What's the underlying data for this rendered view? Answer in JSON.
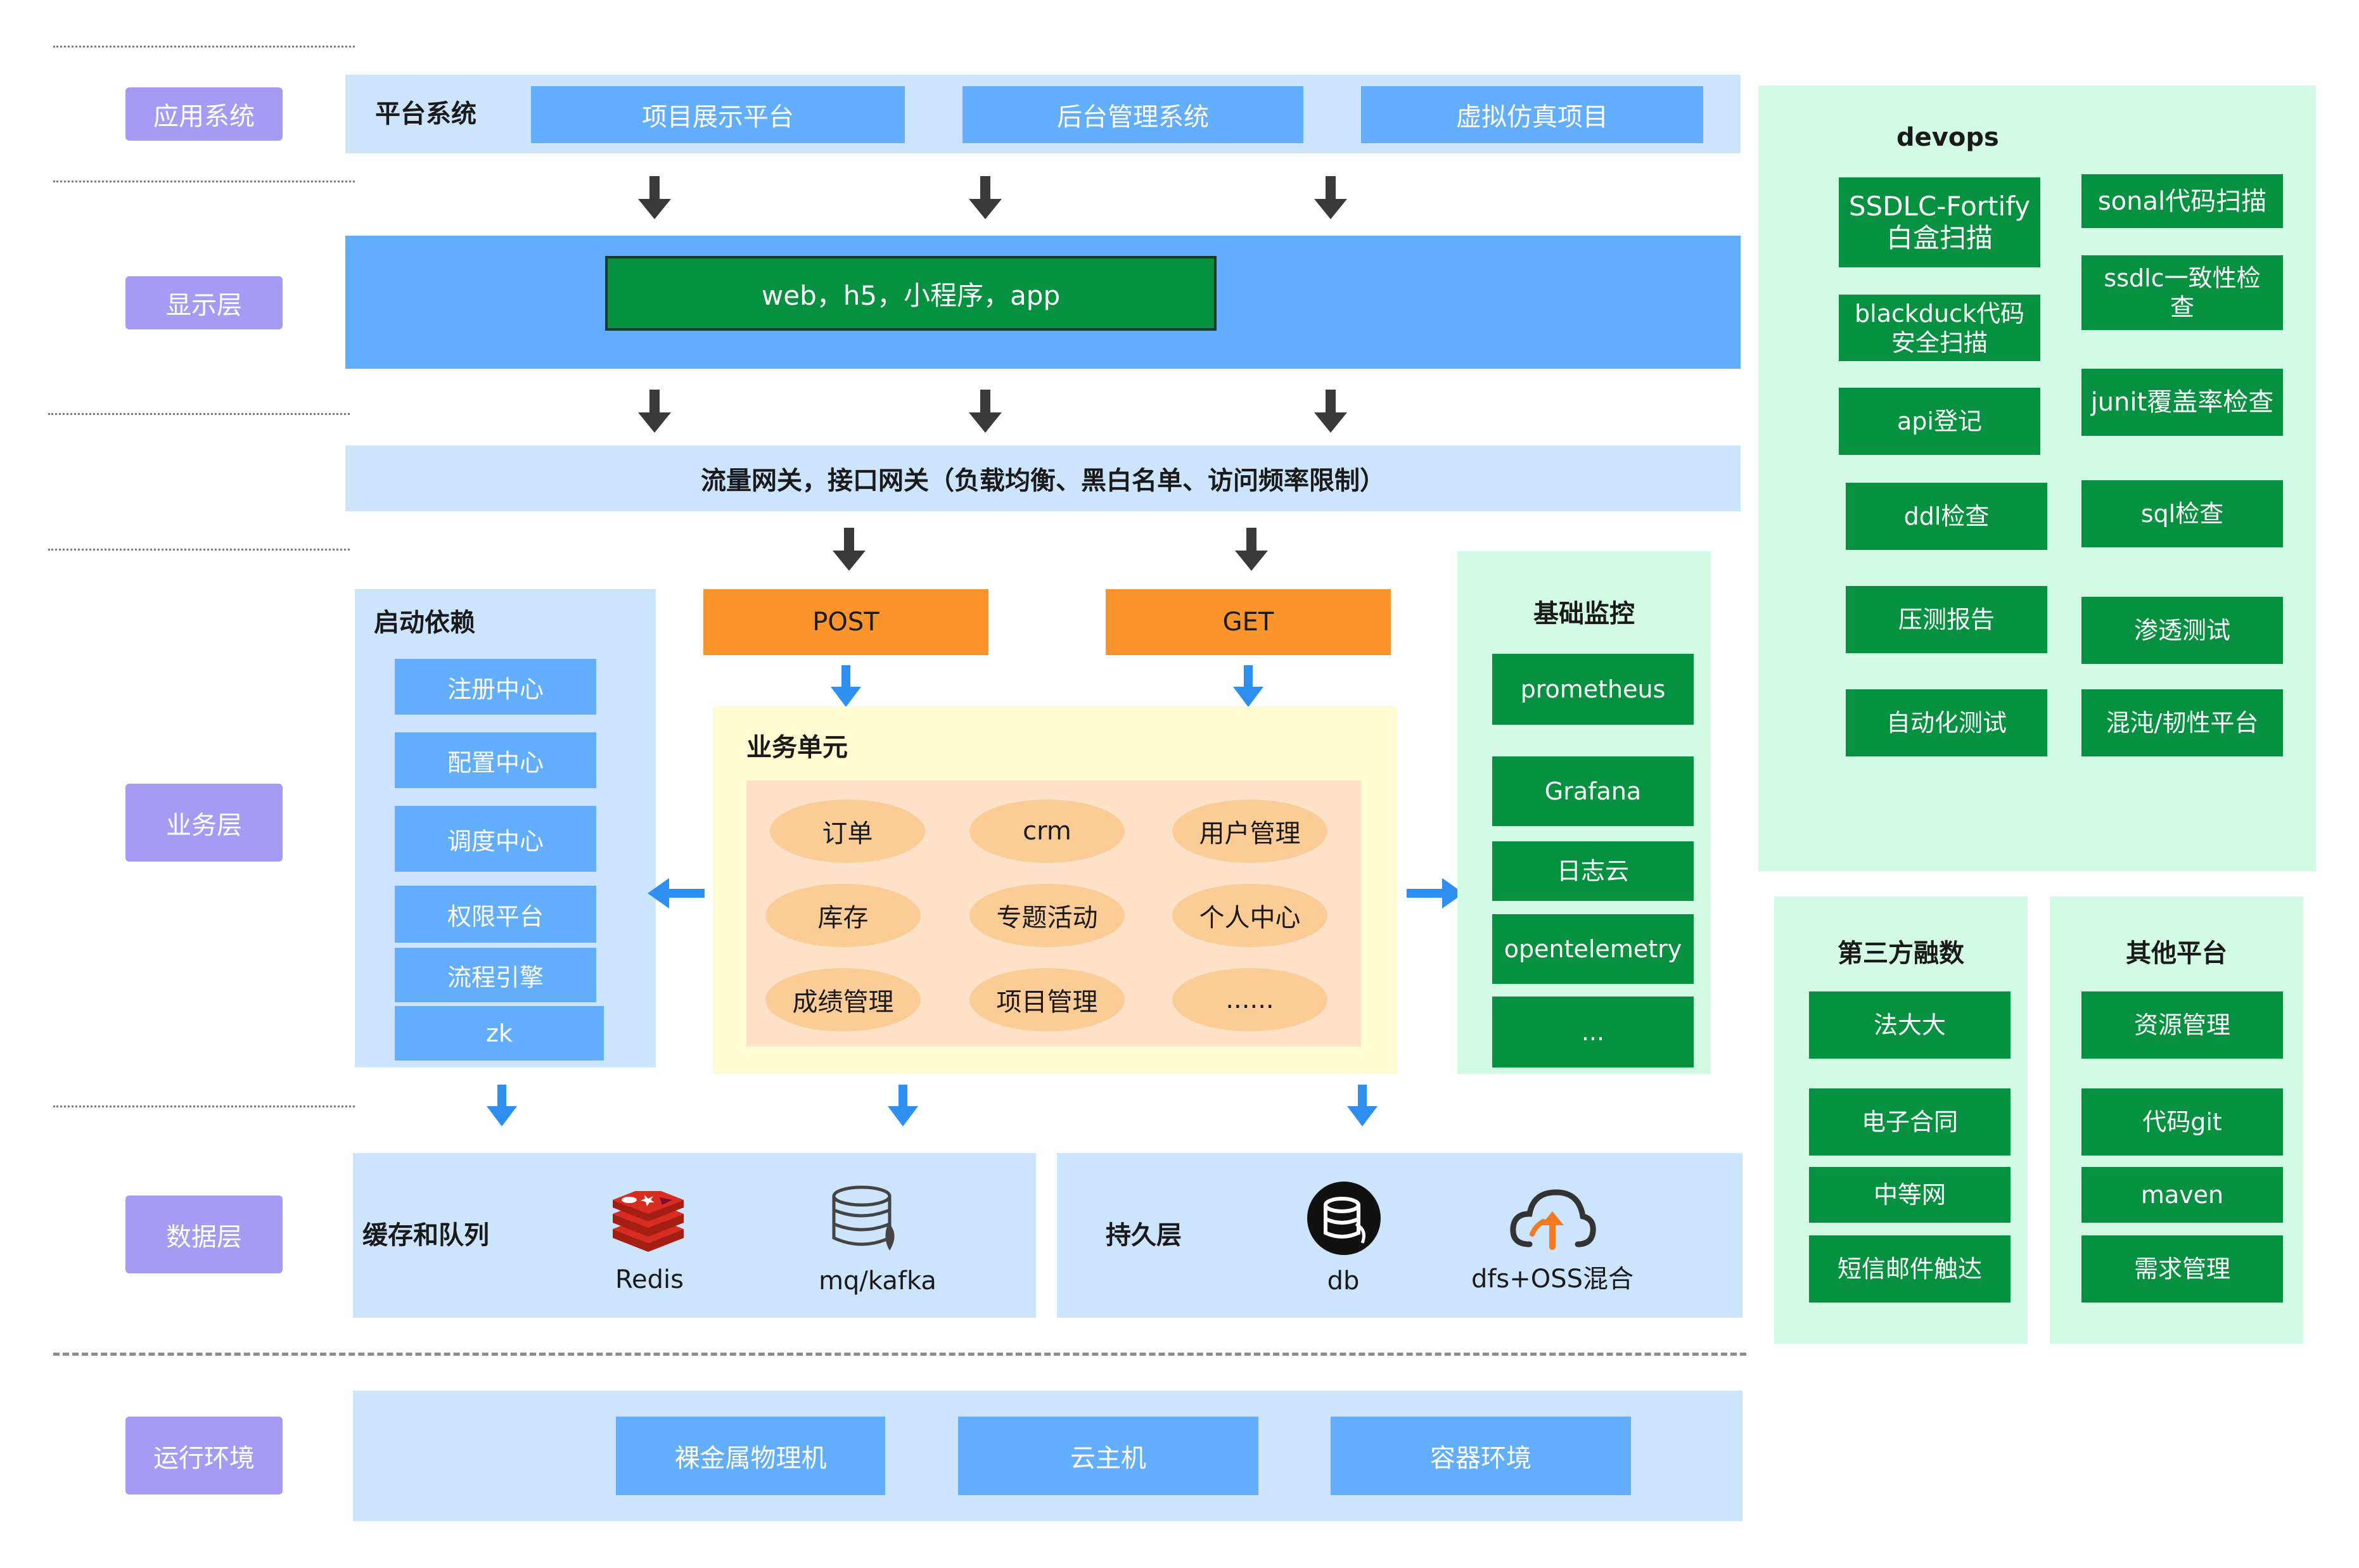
{
  "layer_labels": {
    "app": "应用系统",
    "display": "显示层",
    "business": "业务层",
    "data": "数据层",
    "runtime": "运行环境"
  },
  "app_layer": {
    "title": "平台系统",
    "items": [
      "项目展示平台",
      "后台管理系统",
      "虚拟仿真项目"
    ]
  },
  "display_layer": {
    "client": "web，h5，小程序，app"
  },
  "gateway": {
    "text": "流量网关，接口网关（负载均衡、黑白名单、访问频率限制）"
  },
  "methods": {
    "post": "POST",
    "get": "GET"
  },
  "startup_deps": {
    "title": "启动依赖",
    "items": [
      "注册中心",
      "配置中心",
      "调度中心",
      "权限平台",
      "流程引擎",
      "zk"
    ]
  },
  "business_units": {
    "title": "业务单元",
    "items": [
      "订单",
      "crm",
      "用户管理",
      "库存",
      "专题活动",
      "个人中心",
      "成绩管理",
      "项目管理",
      "......"
    ]
  },
  "monitoring": {
    "title": "基础监控",
    "items": [
      "prometheus",
      "Grafana",
      "日志云",
      "opentelemetry",
      "..."
    ]
  },
  "data_layer": {
    "cache_title": "缓存和队列",
    "redis": "Redis",
    "mq": "mq/kafka",
    "persist_title": "持久层",
    "db": "db",
    "dfs": "dfs+OSS混合"
  },
  "runtime": {
    "items": [
      "裸金属物理机",
      "云主机",
      "容器环境"
    ]
  },
  "devops": {
    "title": "devops",
    "left": [
      "SSDLC-Fortify 白盒扫描",
      "blackduck代码 安全扫描",
      "api登记",
      "ddl检查",
      "压测报告",
      "自动化测试"
    ],
    "right": [
      "sonal代码扫描",
      "ssdlc一致性检 查",
      "junit覆盖率检查",
      "sql检查",
      "渗透测试",
      "混沌/韧性平台"
    ]
  },
  "third_party": {
    "title": "第三方融数",
    "items": [
      "法大大",
      "电子合同",
      "中等网",
      "短信邮件触达"
    ]
  },
  "other_platforms": {
    "title": "其他平台",
    "items": [
      "资源管理",
      "代码git",
      "maven",
      "需求管理"
    ]
  },
  "colors": {
    "layer_label": "#a59bf4",
    "light_blue": "#cce5fc",
    "mid_blue": "#62aefc",
    "green": "#05913f",
    "green_panel": "#d2fae4",
    "orange": "#fb942b",
    "yellow": "#fefcd0",
    "peach": "#fde1c9",
    "pill": "#fbcc96",
    "arrow_dark": "#3a3a3a",
    "arrow_blue": "#2f8ff0"
  },
  "icons": [
    "redis-icon",
    "database-icon",
    "db-icon",
    "cloud-upload-icon"
  ]
}
